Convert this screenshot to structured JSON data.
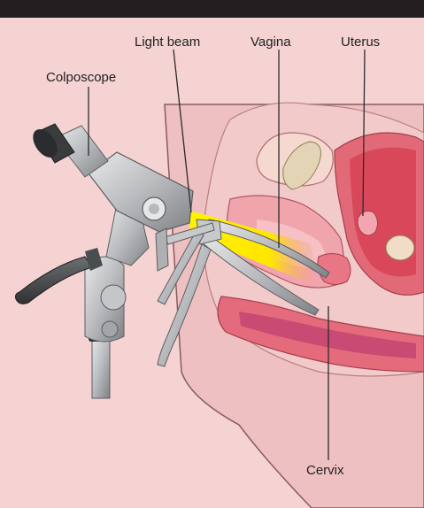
{
  "labels": {
    "light_beam": "Light beam",
    "vagina": "Vagina",
    "uterus": "Uterus",
    "colposcope": "Colposcope",
    "cervix": "Cervix"
  },
  "colors": {
    "background": "#f5d3d3",
    "top_bar": "#231f20",
    "body_skin": "#f2c9c9",
    "organ_red": "#d94a5c",
    "light_beam": "#ffe600",
    "instrument_gray": "#b7b9bc"
  },
  "icons": [
    "colposcope-icon",
    "speculum-icon",
    "light-beam-icon",
    "uterus-icon"
  ]
}
